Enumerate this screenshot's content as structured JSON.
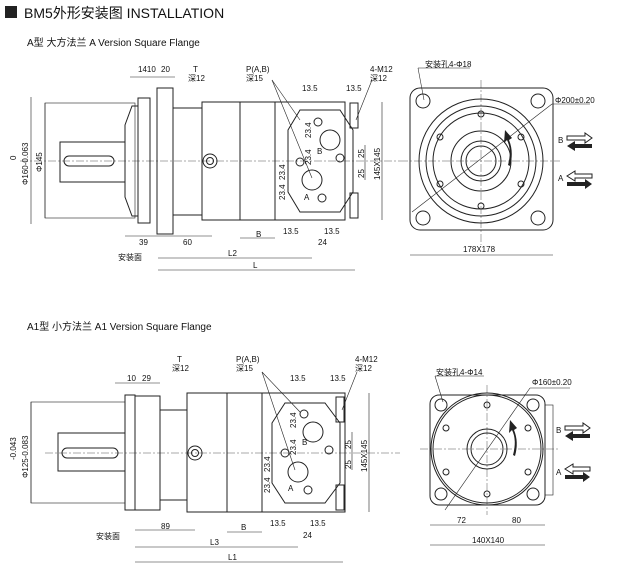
{
  "header": {
    "title": "BM5外形安装图  INSTALLATION"
  },
  "version_a": {
    "subtitle": "A型 大方法兰  A Version Square Flange",
    "side": {
      "dim_top_left": "1410",
      "dim_top_20": "20",
      "t_port": "T",
      "t_depth": "深12",
      "p_port": "P(A,B)",
      "p_depth": "深15",
      "bolt": "4-M12",
      "bolt_depth": "深12",
      "d13_5": "13.5",
      "d23_4": "23.4",
      "d25": "25",
      "d145x145": "145X145",
      "port_a": "A",
      "port_b": "B",
      "dim_b": "B",
      "d24": "24",
      "d39": "39",
      "d60": "60",
      "mount_face": "安装面",
      "l2": "L2",
      "l": "L",
      "tol_upper": "0",
      "dia_pilot": "Φ160-0.063",
      "dia_body": "Φ145"
    },
    "front": {
      "holes": "安装孔4-Φ18",
      "pcd": "Φ200±0.20",
      "size": "178X178",
      "arrow_b": "B",
      "arrow_a": "A"
    }
  },
  "version_a1": {
    "subtitle": "A1型 小方法兰  A1 Version Square Flange",
    "side": {
      "d10": "10",
      "d29": "29",
      "t_port": "T",
      "t_depth": "深12",
      "p_port": "P(A,B)",
      "p_depth": "深15",
      "bolt": "4-M12",
      "bolt_depth": "深12",
      "d13_5": "13.5",
      "d23_4": "23.4",
      "d25": "25",
      "d145x145": "145X145",
      "port_a": "A",
      "port_b": "B",
      "dim_b": "B",
      "d24": "24",
      "d89": "89",
      "mount_face": "安装面",
      "l3": "L3",
      "l1": "L1",
      "tol_upper": "-0.043",
      "dia_pilot": "Φ125-0.083"
    },
    "front": {
      "holes": "安装孔4-Φ14",
      "pcd": "Φ160±0.20",
      "size": "140X140",
      "d72": "72",
      "d80": "80",
      "arrow_b": "B",
      "arrow_a": "A"
    }
  }
}
